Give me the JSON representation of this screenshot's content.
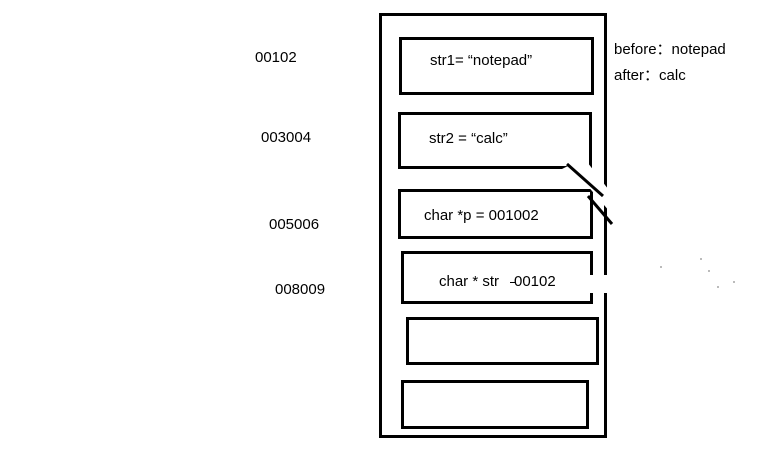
{
  "addresses": [
    "00102",
    "003004",
    "005006",
    "008009"
  ],
  "cells": {
    "str1": "str1=  “notepad”",
    "str2": "str2 =  “calc”",
    "p": "char *p = 001002",
    "str_param": "char * str",
    "str_value": "00102"
  },
  "annotation": {
    "before": "before：notepad",
    "after": "after：calc"
  },
  "colors": {
    "ink": "#000000",
    "background": "#ffffff"
  }
}
